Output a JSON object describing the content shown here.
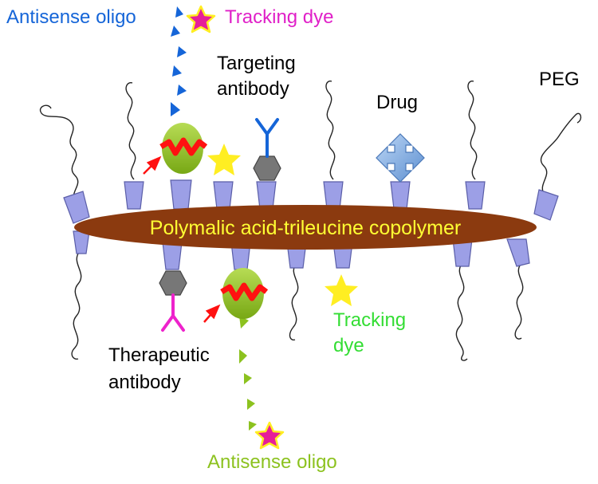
{
  "backbone": {
    "label": "Polymalic acid-trileucine copolymer"
  },
  "labels": {
    "antisense_top": "Antisense oligo",
    "tracking_dye_top": "Tracking dye",
    "targeting_antibody_line1": "Targeting",
    "targeting_antibody_line2": "antibody",
    "drug": "Drug",
    "peg": "PEG",
    "tracking_dye_bottom_line1": "Tracking",
    "tracking_dye_bottom_line2": "dye",
    "therapeutic_antibody_line1": "Therapeutic",
    "therapeutic_antibody_line2": "antibody",
    "antisense_bottom": "Antisense oligo"
  },
  "colors": {
    "backbone": "#8b3a0f",
    "backbone_text": "#ffff33",
    "linker": "#9c9fe6",
    "antisense_top": "#1565d8",
    "antisense_bottom": "#8cc21f",
    "tracking_dye_top_text": "#e020c8",
    "tracking_dye_bottom_text": "#33dd33",
    "targeting_antibody": "#1565d8",
    "therapeutic_antibody": "#ee22cc",
    "star_yellow": "#ffee22",
    "star_magenta": "#e61e9a",
    "green_capsule": "#8cc21f",
    "red_bond": "#ff1111",
    "drug_arrows": "#7aa7e0"
  },
  "icons": [
    "peg-chain-icon",
    "linker-trapezoid-icon",
    "star-icon",
    "antibody-icon",
    "hexagon-linker-icon",
    "four-way-arrow-drug-icon",
    "cleavable-bond-icon"
  ]
}
